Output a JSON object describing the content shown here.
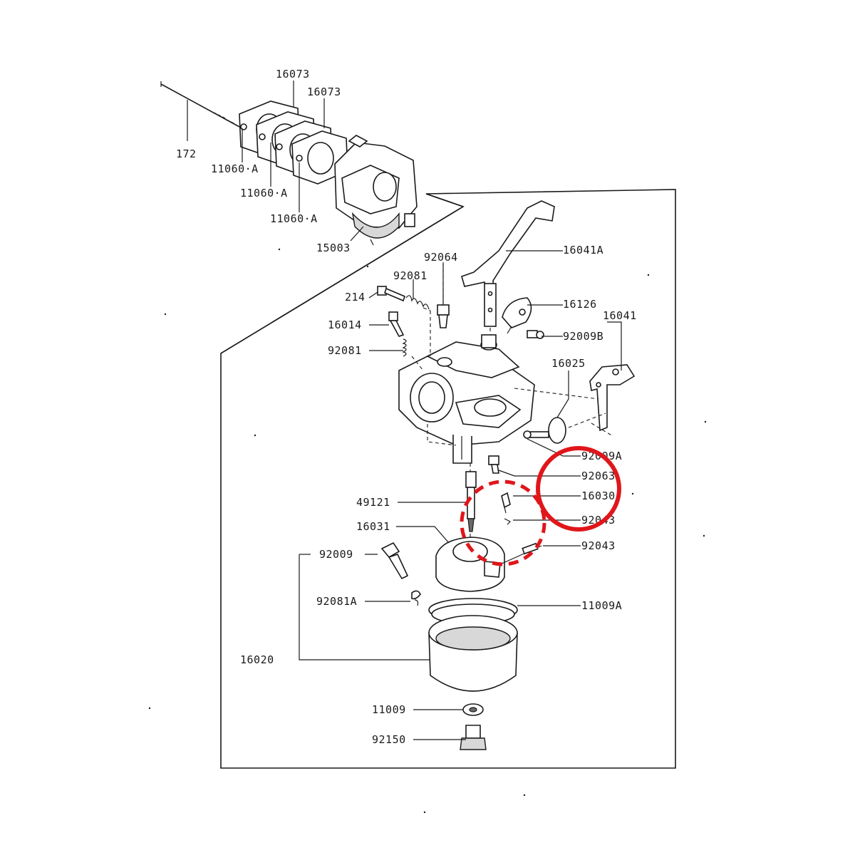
{
  "labels": {
    "p16073a": "16073",
    "p16073b": "16073",
    "p172": "172",
    "p11060a1": "11060·A",
    "p11060a2": "11060·A",
    "p11060a3": "11060·A",
    "p15003": "15003",
    "p92064": "92064",
    "p16041A": "16041A",
    "p92081": "92081",
    "p214": "214",
    "p16126": "16126",
    "p16041": "16041",
    "p16014": "16014",
    "p92009B": "92009B",
    "p92081b": "92081",
    "p16025": "16025",
    "p92009A": "92009A",
    "p92063": "92063",
    "p16030": "16030",
    "p49121": "49121",
    "p92043a": "92043",
    "p16031": "16031",
    "p92009": "92009",
    "p92043b": "92043",
    "p92081A": "92081A",
    "p11009A": "11009A",
    "p16020": "16020",
    "p11009": "11009",
    "p92150": "92150"
  },
  "highlight_color": "#e0161b",
  "line_color": "#1a1a1a"
}
